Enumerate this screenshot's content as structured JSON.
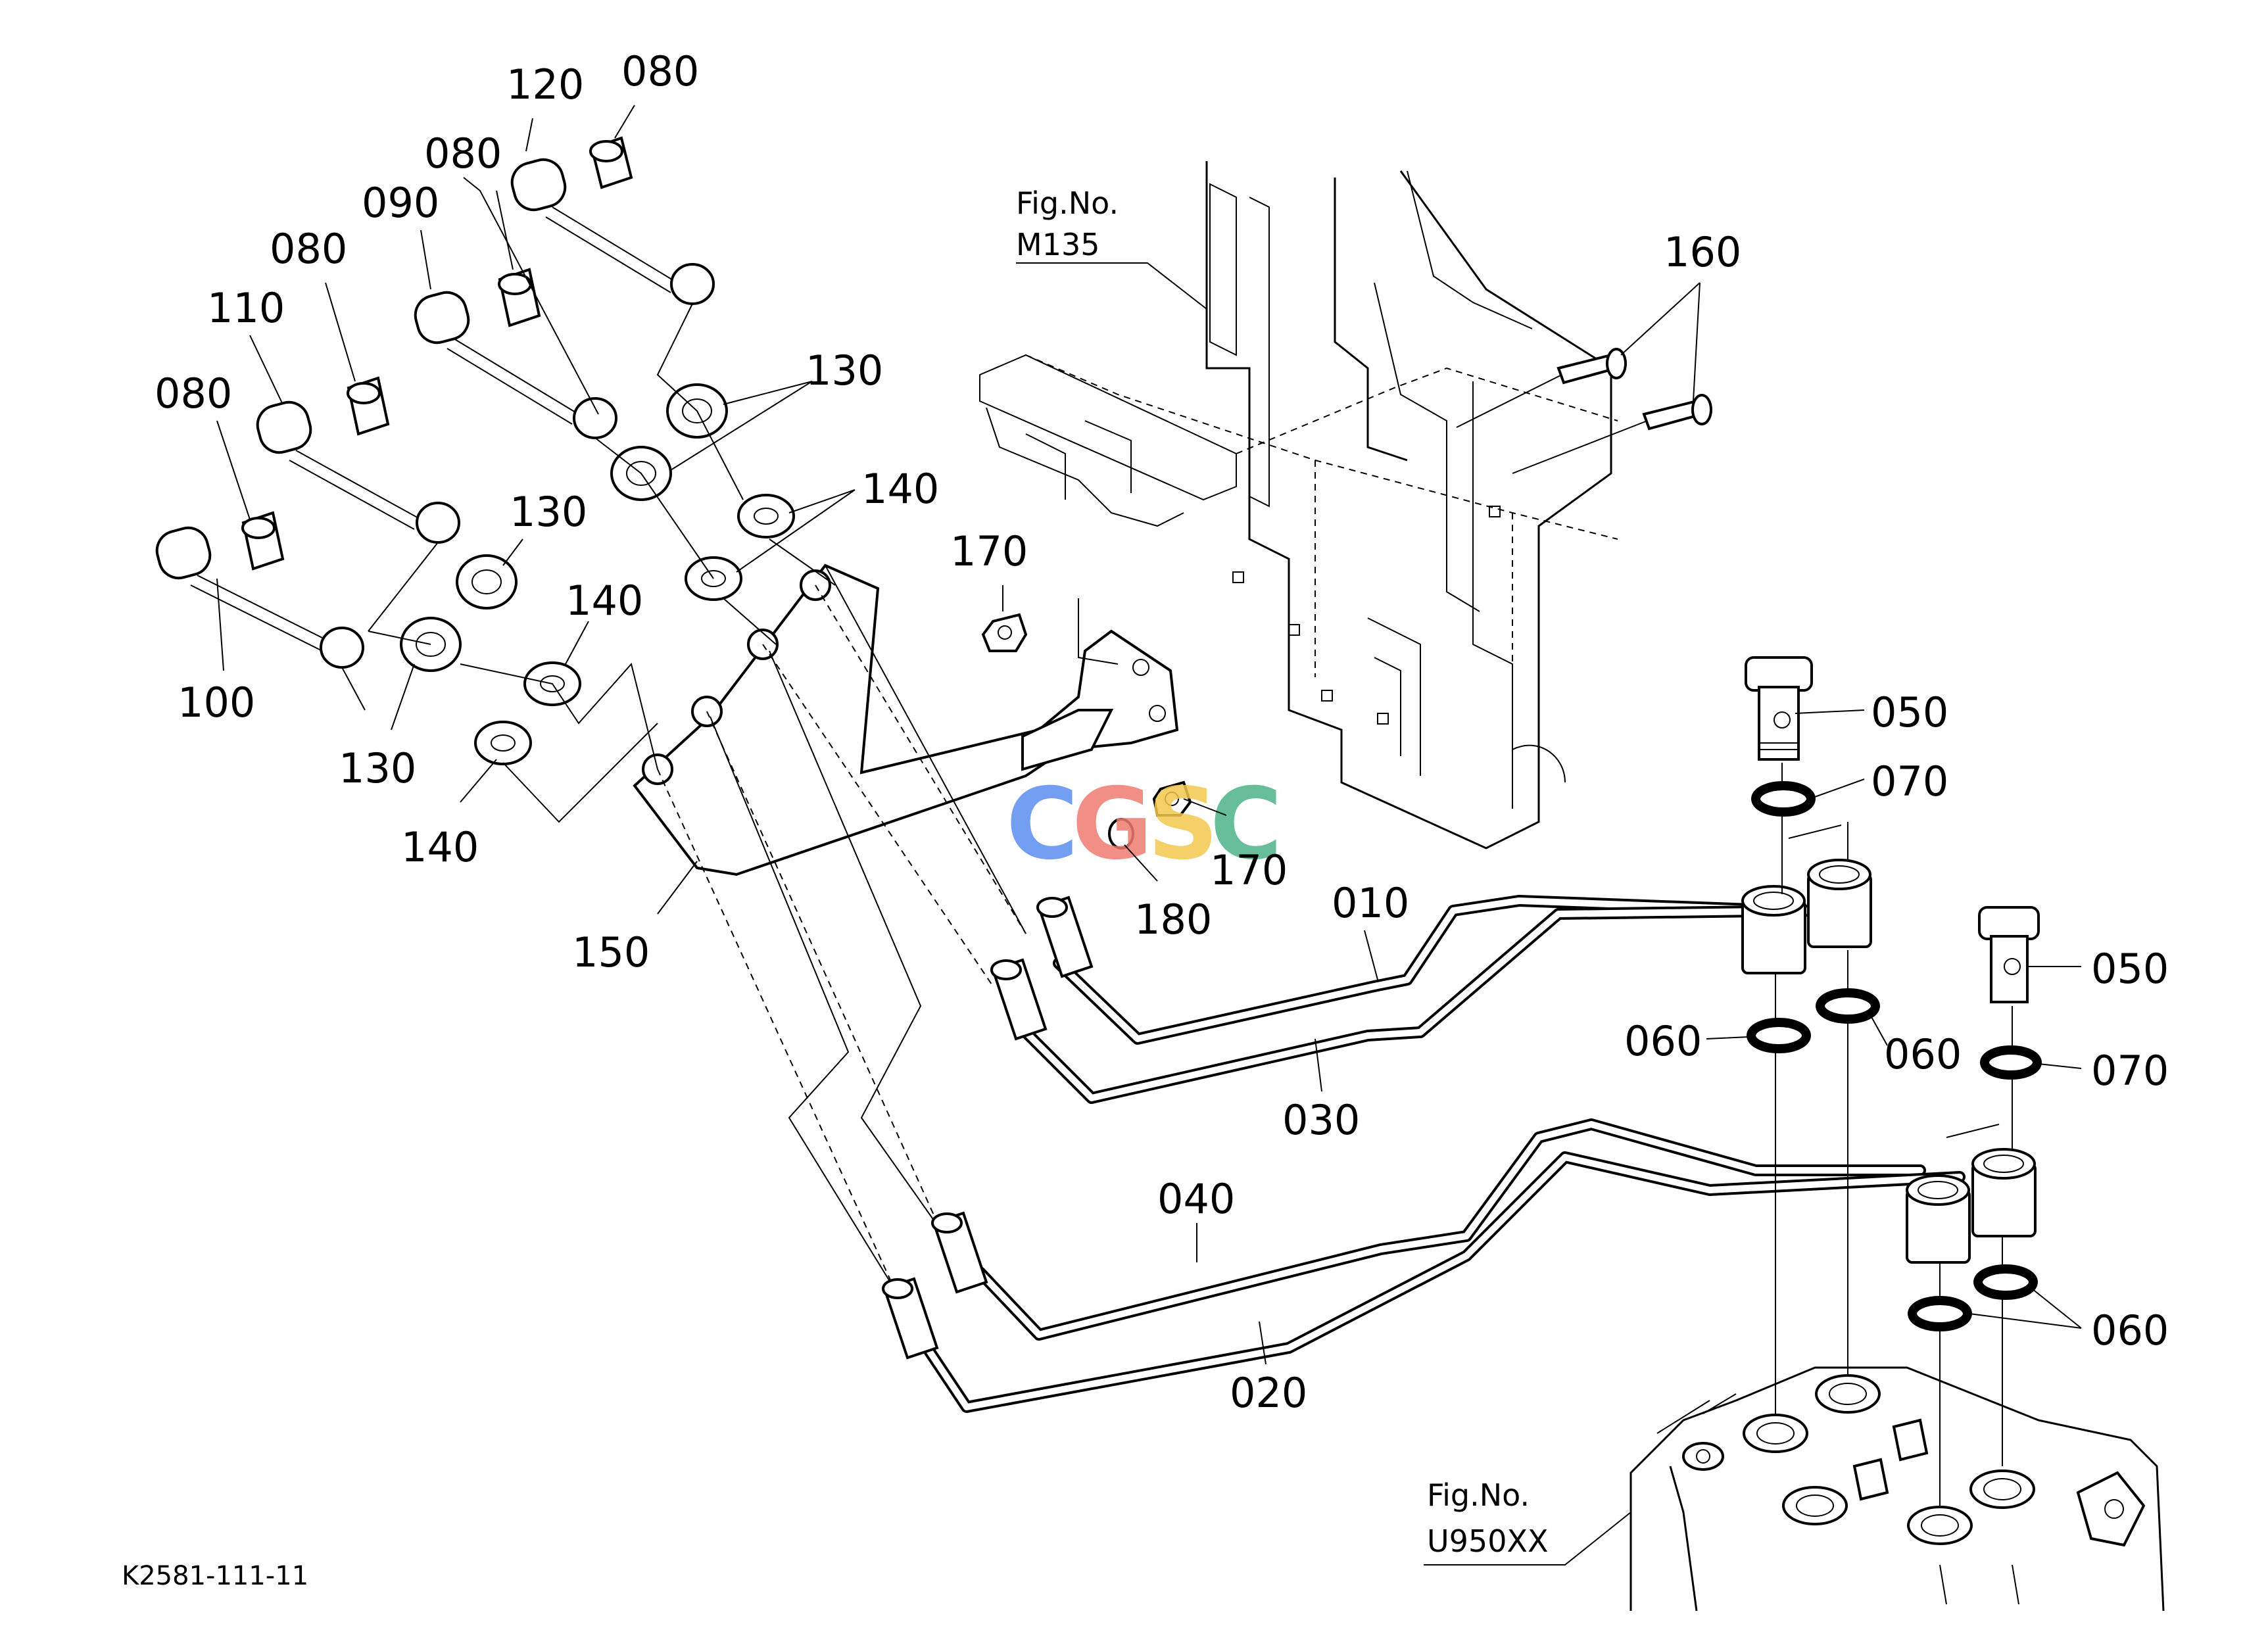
{
  "figure_code": "K2581-111-11",
  "references": [
    {
      "prefix": "Fig.No.",
      "number": "M135"
    },
    {
      "prefix": "Fig.No.",
      "number": "U950XX"
    }
  ],
  "watermark": {
    "letters": [
      "C",
      "G",
      "S",
      "C"
    ],
    "colors": [
      "#5b8def",
      "#ef7b72",
      "#f3c74c",
      "#4db38a"
    ]
  },
  "part_labels": {
    "p010": "010",
    "p020": "020",
    "p030": "030",
    "p040": "040",
    "p050": "050",
    "p060": "060",
    "p070": "070",
    "p080": "080",
    "p090": "090",
    "p100": "100",
    "p110": "110",
    "p120": "120",
    "p130": "130",
    "p140": "140",
    "p150": "150",
    "p160": "160",
    "p170": "170",
    "p180": "180"
  }
}
